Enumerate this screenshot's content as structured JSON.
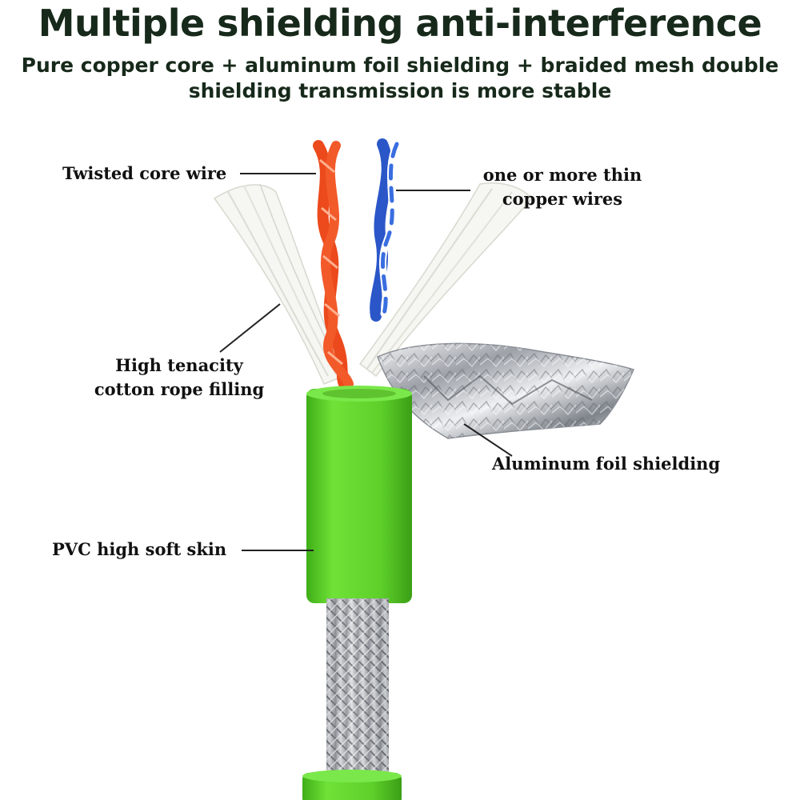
{
  "header": {
    "title": "Multiple shielding anti-interference",
    "subtitle": "Pure copper core + aluminum foil shielding + braided mesh double shielding transmission is more stable"
  },
  "callouts": {
    "twisted_core": "Twisted core wire",
    "copper_wires_line1": "one or more thin",
    "copper_wires_line2": "copper wires",
    "cotton_line1": "High tenacity",
    "cotton_line2": "cotton rope filling",
    "foil": "Aluminum foil shielding",
    "pvc": "PVC high soft skin"
  },
  "colors": {
    "title_text": "#17291a",
    "jacket_green": "#5fd62a",
    "core_orange": "#ec4a1c",
    "core_blue": "#2a56c8",
    "braid_silver": "#b9bcc0",
    "foil_silver": "#d6d8dc",
    "filler_white": "#f4f4f0"
  }
}
